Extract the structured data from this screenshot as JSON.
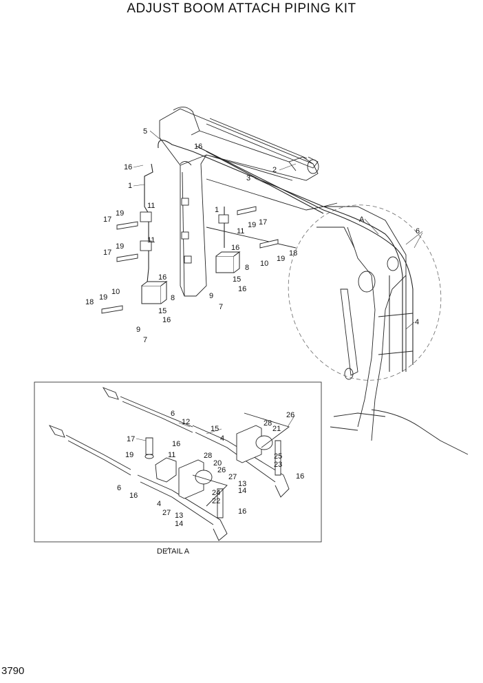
{
  "title": "ADJUST BOOM ATTACH PIPING KIT",
  "page_number": "3790",
  "detail": {
    "caption": "DETAIL A",
    "section_marker": "A"
  },
  "callouts": {
    "c1": "1",
    "c2": "2",
    "c3": "3",
    "c4": "4",
    "c5": "5",
    "c6": "6",
    "c7": "7",
    "c8": "8",
    "c9": "9",
    "c10": "10",
    "c11": "11",
    "c12": "12",
    "c13": "13",
    "c14": "14",
    "c15": "15",
    "c16": "16",
    "c17": "17",
    "c18": "18",
    "c19": "19",
    "c20": "20",
    "c21": "21",
    "c22": "22",
    "c23": "23",
    "c24": "24",
    "c25": "25",
    "c26": "26",
    "c27": "27",
    "c28": "28"
  }
}
